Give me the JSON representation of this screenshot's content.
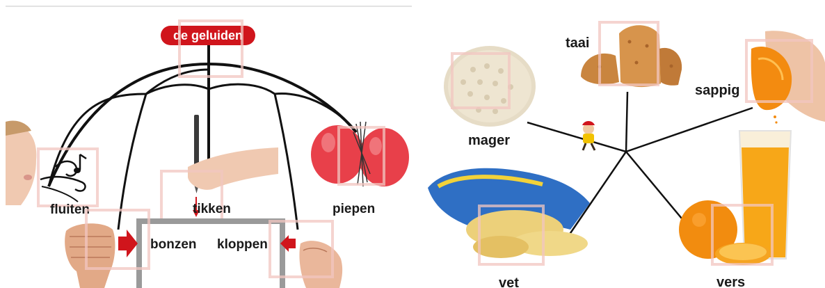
{
  "left_panel": {
    "title": "de geluiden",
    "sounds": [
      "fluiten",
      "tikken",
      "piepen",
      "bonzen",
      "kloppen"
    ]
  },
  "right_panel": {
    "words": [
      "mager",
      "taai",
      "sappig",
      "vet",
      "vers"
    ]
  },
  "colors": {
    "title_badge": "#d0151c",
    "arrow_red": "#d0151c",
    "highlight_box": "#f2c6c0",
    "divider": "#d9d9d9"
  },
  "icons": [
    "face-whistling-icon",
    "music-note-icon",
    "wind-swirl-icon",
    "pencil-hand-icon",
    "balloons-icon",
    "fist-icon",
    "knocking-hand-icon",
    "rice-cake-icon",
    "cookies-icon",
    "orange-squeeze-icon",
    "chips-bag-icon",
    "orange-juice-icon",
    "cartoon-figure-icon"
  ]
}
